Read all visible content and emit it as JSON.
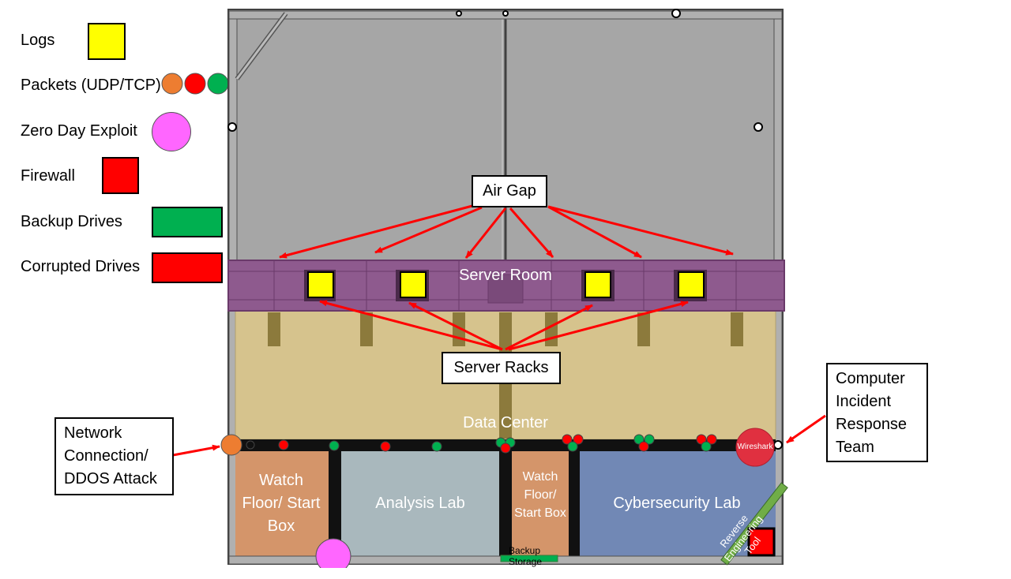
{
  "legend": {
    "logs": "Logs",
    "packets": "Packets (UDP/TCP)",
    "zero_day": "Zero Day Exploit",
    "firewall": "Firewall",
    "backup": "Backup Drives",
    "corrupted": "Corrupted Drives"
  },
  "labels": {
    "air_gap": "Air Gap",
    "server_room": "Server Room",
    "server_racks": "Server Racks",
    "data_center": "Data Center",
    "network_connection": "Network Connection/ DDOS Attack",
    "cirt": "Computer Incident Response Team",
    "watch_floor_1": "Watch Floor/ Start Box",
    "analysis_lab": "Analysis Lab",
    "watch_floor_2": "Watch Floor/ Start Box",
    "cyber_lab": "Cybersecurity Lab",
    "backup_storage": "Backup Storage",
    "wireshark": "Wireshark",
    "reverse_engineering": "Reverse Engineering Tool"
  },
  "colors": {
    "logs": "#ffff00",
    "packet_orange": "#ed7d31",
    "packet_red": "#ff0000",
    "packet_green": "#00b050",
    "zero_day": "#ff66ff",
    "firewall": "#ff0000",
    "backup": "#00b050",
    "corrupted": "#ff0000",
    "arrow": "#ff0000",
    "server_room": "#8e5a8e",
    "data_center": "#d6c38d",
    "watch_floor": "#d4956a",
    "analysis_lab": "#a9b8bd",
    "cyber_lab": "#7188b5",
    "upper_area": "#a6a6a6"
  }
}
